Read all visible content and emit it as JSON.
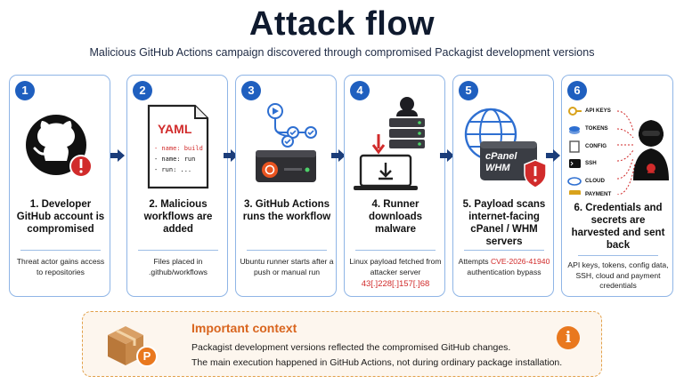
{
  "header": {
    "title": "Attack flow",
    "subtitle": "Malicious GitHub Actions campaign discovered through compromised Packagist development versions"
  },
  "steps": [
    {
      "number": "1",
      "title": "1. Developer GitHub account is compromised",
      "description": "Threat actor gains access to repositories",
      "icon": "github-icon"
    },
    {
      "number": "2",
      "title": "2. Malicious workflows are added",
      "description": "Files placed in .github/workflows",
      "icon": "yaml-file-icon",
      "file_heading": "YAML",
      "file_lines": [
        "- name: build",
        "- name: run",
        "- run: ..."
      ]
    },
    {
      "number": "3",
      "title": "3. GitHub Actions runs the workflow",
      "description": "Ubuntu runner starts after a push or manual run",
      "icon": "workflow-runner-icon"
    },
    {
      "number": "4",
      "title": "4. Runner downloads malware",
      "description": "Linux payload fetched from attacker server",
      "ip": "43[.]228[.]157[.]68",
      "icon": "download-malware-icon"
    },
    {
      "number": "5",
      "title": "5. Payload scans internet-facing cPanel / WHM servers",
      "description_prefix": "Attempts ",
      "cve": "CVE-2026-41940",
      "description_suffix": "authentication bypass",
      "icon": "cpanel-globe-icon",
      "panel_label_1": "cPanel",
      "panel_label_2": "WHM"
    },
    {
      "number": "6",
      "title": "6. Credentials and secrets are harvested and sent back",
      "description": "API keys, tokens, config data, SSH, cloud and payment credentials",
      "icon": "hacker-icon",
      "items": [
        "API KEYS",
        "TOKENS",
        "CONFIG",
        "SSH",
        "CLOUD",
        "PAYMENT"
      ]
    }
  ],
  "context": {
    "title": "Important context",
    "line1": "Packagist development versions reflected the compromised GitHub changes.",
    "line2": "The main execution happened in GitHub Actions, not during ordinary package installation.",
    "package_badge": "P"
  },
  "colors": {
    "accent_blue": "#1f5fbf",
    "card_border": "#8fb5e6",
    "alert_red": "#d12b2b",
    "context_orange": "#d9651e"
  }
}
